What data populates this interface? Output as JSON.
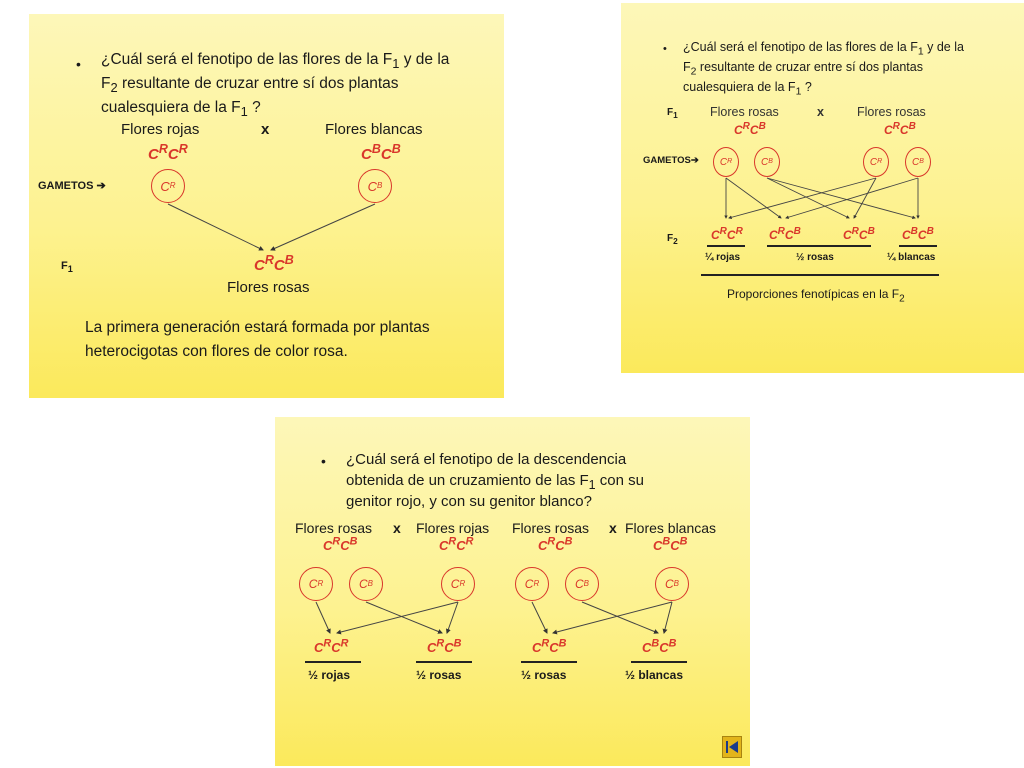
{
  "panel1": {
    "question_a": "¿Cuál será el fenotipo de las flores de la F",
    "sub1": "1",
    "question_b": " y de la",
    "question_c": "F",
    "sub2": "2",
    "question_d": " resultante de cruzar entre sí dos plantas",
    "question_e": "cualesquiera de la F",
    "sub3": "1",
    "question_f": " ?",
    "parent_left": "Flores rojas",
    "cross": "x",
    "parent_right": "Flores blancas",
    "gametos": "GAMETOS",
    "f1_label": "F",
    "f1_sub": "1",
    "offspring": "Flores rosas",
    "conclusion_1": "La primera generación estará formada por plantas",
    "conclusion_2": "heterocigotas con flores de color rosa."
  },
  "panel2": {
    "question_a": "¿Cuál será el fenotipo de las flores de la F",
    "sub1": "1",
    "question_b": " y de la",
    "question_c": "F",
    "sub2": "2",
    "question_d": " resultante de cruzar entre sí dos plantas",
    "question_e": "cualesquiera de la F",
    "sub3": "1",
    "question_f": " ?",
    "f1_label": "F",
    "f1_sub": "1",
    "parent_left": "Flores rosas",
    "cross": "x",
    "parent_right": "Flores rosas",
    "gametos": "GAMETOS",
    "f2_label": "F",
    "f2_sub": "2",
    "ratio_1": "¼ rojas",
    "ratio_2": "½  rosas",
    "ratio_3": "¼ blancas",
    "proportions_a": "Proporciones fenotípicas en la F",
    "proportions_sub": "2"
  },
  "panel3": {
    "question_a": "¿Cuál será el fenotipo de la descendencia",
    "question_b": "obtenida de un cruzamiento de las F",
    "sub1": "1",
    "question_c": " con su",
    "question_d": "genitor rojo, y con su genitor blanco?",
    "left_parent_1": "Flores rosas",
    "cross": "x",
    "left_parent_2": "Flores rojas",
    "right_parent_1": "Flores rosas",
    "right_parent_2": "Flores blancas",
    "ratio_1": "½  rojas",
    "ratio_2": "½  rosas",
    "ratio_3": "½  rosas",
    "ratio_4": "½  blancas"
  },
  "genetics": {
    "allele_base": "C",
    "allele_red": "R",
    "allele_white": "B",
    "bullet": "•",
    "arrow": "➔"
  },
  "colors": {
    "allele": "#d9372b",
    "panel_top": "#fdf7b9",
    "panel_bottom": "#fbe95b"
  }
}
